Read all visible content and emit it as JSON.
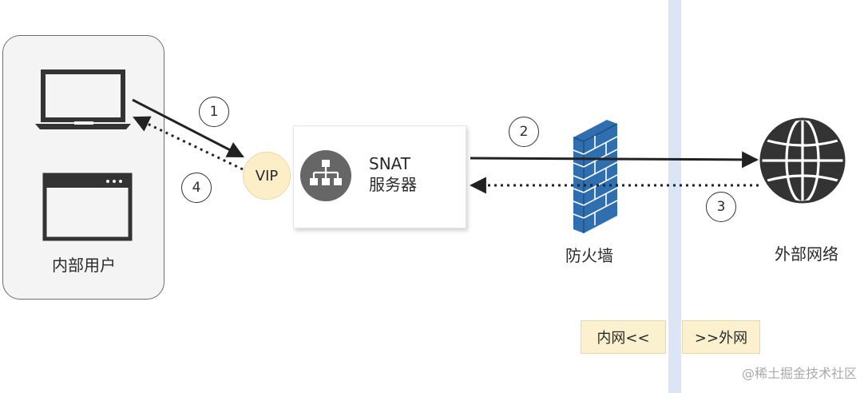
{
  "diagram": {
    "internal_users_label": "内部用户",
    "vip_label": "VIP",
    "snat_line1": "SNAT",
    "snat_line2": "服务器",
    "firewall_label": "防火墙",
    "external_network_label": "外部网络",
    "steps": [
      "1",
      "2",
      "3",
      "4"
    ],
    "internal_zone_label": "内网<<",
    "external_zone_label": ">>外网"
  },
  "watermark": "@稀土掘金技术社区",
  "colors": {
    "arrow": "#222222",
    "firewall": "#2f6fb0",
    "vip_fill": "#fcefc8",
    "zone_band": "#dce5f6",
    "zone_tag_fill": "#fbf1cf",
    "icon_dark": "#333333"
  }
}
